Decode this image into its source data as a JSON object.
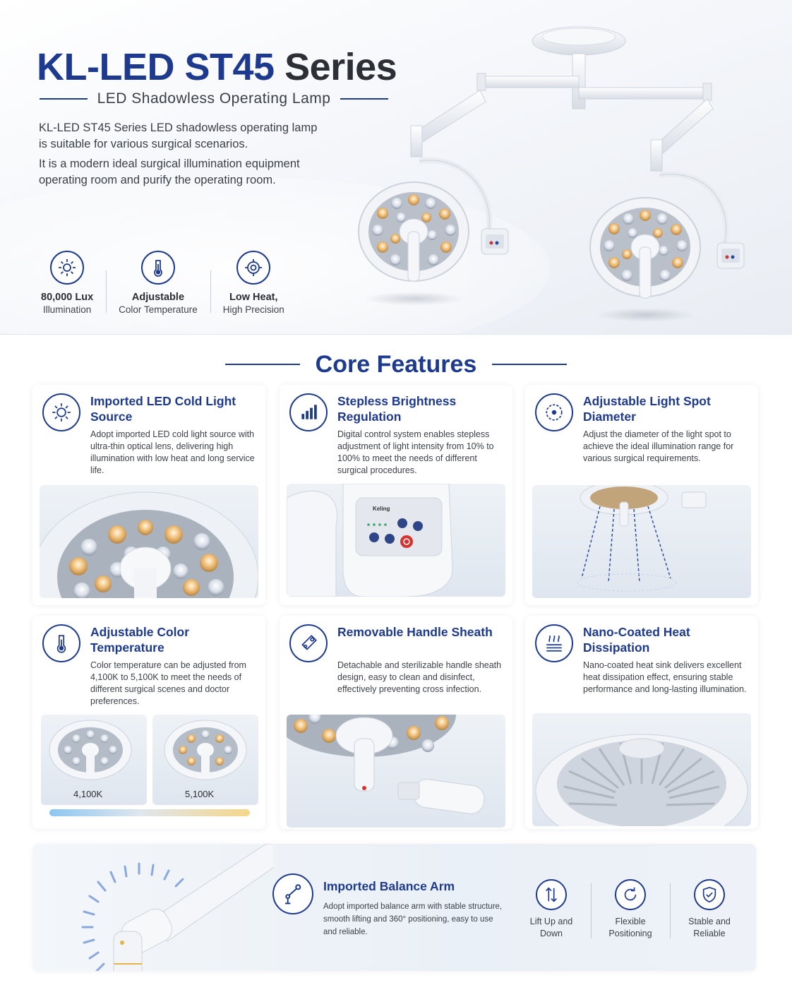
{
  "hero": {
    "title_part1": "KL-LED ST45",
    "title_part2": "Series",
    "subtitle": "LED Shadowless Operating Lamp",
    "intro_p1": "KL-LED ST45 Series LED shadowless operating lamp is suitable for various surgical scenarios.",
    "intro_p2": "It is a modern ideal surgical illumination equipment operating room and purify the operating room.",
    "stats": [
      {
        "title": "80,000 Lux",
        "sub": "Illumination",
        "icon": "sun-icon"
      },
      {
        "title": "Adjustable",
        "sub": "Color Temperature",
        "icon": "thermometer-icon"
      },
      {
        "title": "Low Heat,",
        "sub": "High Precision",
        "icon": "target-icon"
      }
    ]
  },
  "core": {
    "heading": "Core Features",
    "cards": [
      {
        "title": "Imported LED Cold Light Source",
        "desc": "Adopt imported LED cold light source with ultra-thin optical lens, delivering high illumination with low heat and long service life.",
        "icon": "sun-icon"
      },
      {
        "title": "Stepless Brightness Regulation",
        "desc": "Digital control system enables stepless adjustment of light intensity from 10% to 100% to meet the needs of different surgical procedures.",
        "icon": "bar-chart-icon"
      },
      {
        "title": "Adjustable Light Spot Diameter",
        "desc": "Adjust the diameter of the light spot to achieve the ideal illumination range for various surgical requirements.",
        "icon": "spot-icon"
      },
      {
        "title": "Adjustable Color Temperature",
        "desc": "Color temperature can be adjusted from 4,100K to 5,100K to meet the needs of different surgical scenes and doctor preferences.",
        "icon": "thermometer-icon"
      },
      {
        "title": "Removable Handle Sheath",
        "desc": "Detachable and sterilizable handle sheath design, easy to clean and disinfect, effectively preventing cross infection.",
        "icon": "handle-icon"
      },
      {
        "title": "Nano-Coated Heat Dissipation",
        "desc": "Nano-coated heat sink delivers excellent heat dissipation effect, ensuring stable performance and long-lasting illumination.",
        "icon": "heat-icon"
      }
    ],
    "temp_low": "4,100K",
    "temp_high": "5,100K",
    "panel_brand": "Keling"
  },
  "arm": {
    "title": "Imported Balance Arm",
    "desc": "Adopt imported balance arm with stable structure, smooth lifting and 360° positioning, easy to use and reliable.",
    "stats": [
      {
        "label": "Lift Up and Down",
        "icon": "up-down-arrows-icon"
      },
      {
        "label": "Flexible Positioning",
        "icon": "rotate-icon"
      },
      {
        "label": "Stable and Reliable",
        "icon": "shield-check-icon"
      }
    ]
  },
  "colors": {
    "primary": "#1d3a8f",
    "warm_led": "#e8b06a",
    "cool_led": "#dfe5ee"
  }
}
